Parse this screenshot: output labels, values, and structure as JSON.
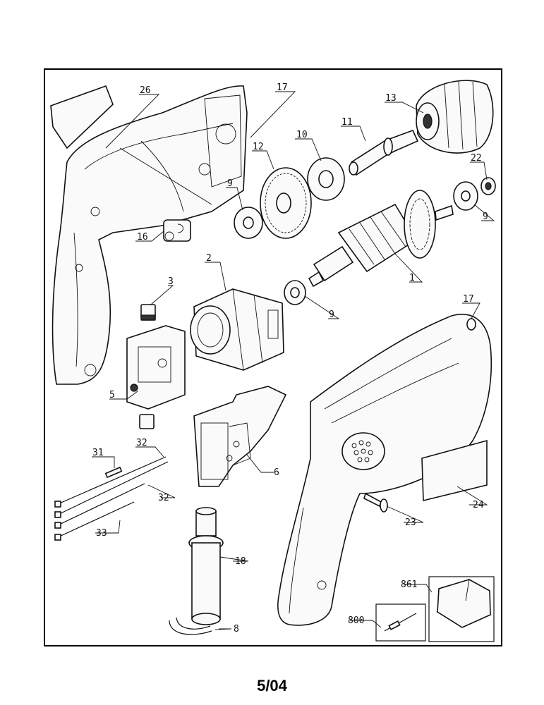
{
  "footer": {
    "date_code": "5/04"
  },
  "callouts": [
    {
      "id": "c26",
      "label": "26"
    },
    {
      "id": "c17a",
      "label": "17"
    },
    {
      "id": "c13",
      "label": "13"
    },
    {
      "id": "c12",
      "label": "12"
    },
    {
      "id": "c10",
      "label": "10"
    },
    {
      "id": "c11",
      "label": "11"
    },
    {
      "id": "c22",
      "label": "22"
    },
    {
      "id": "c9a",
      "label": "9"
    },
    {
      "id": "c9b",
      "label": "9"
    },
    {
      "id": "c16",
      "label": "16"
    },
    {
      "id": "c2",
      "label": "2"
    },
    {
      "id": "c3",
      "label": "3"
    },
    {
      "id": "c1",
      "label": "1"
    },
    {
      "id": "c9c",
      "label": "9"
    },
    {
      "id": "c17b",
      "label": "17"
    },
    {
      "id": "c5",
      "label": "5"
    },
    {
      "id": "c31",
      "label": "31"
    },
    {
      "id": "c32a",
      "label": "32"
    },
    {
      "id": "c32b",
      "label": "32"
    },
    {
      "id": "c33",
      "label": "33"
    },
    {
      "id": "c6",
      "label": "6"
    },
    {
      "id": "c18",
      "label": "18"
    },
    {
      "id": "c8",
      "label": "8"
    },
    {
      "id": "c24",
      "label": "24"
    },
    {
      "id": "c23",
      "label": "23"
    },
    {
      "id": "c861",
      "label": "861"
    },
    {
      "id": "c800",
      "label": "800"
    }
  ]
}
